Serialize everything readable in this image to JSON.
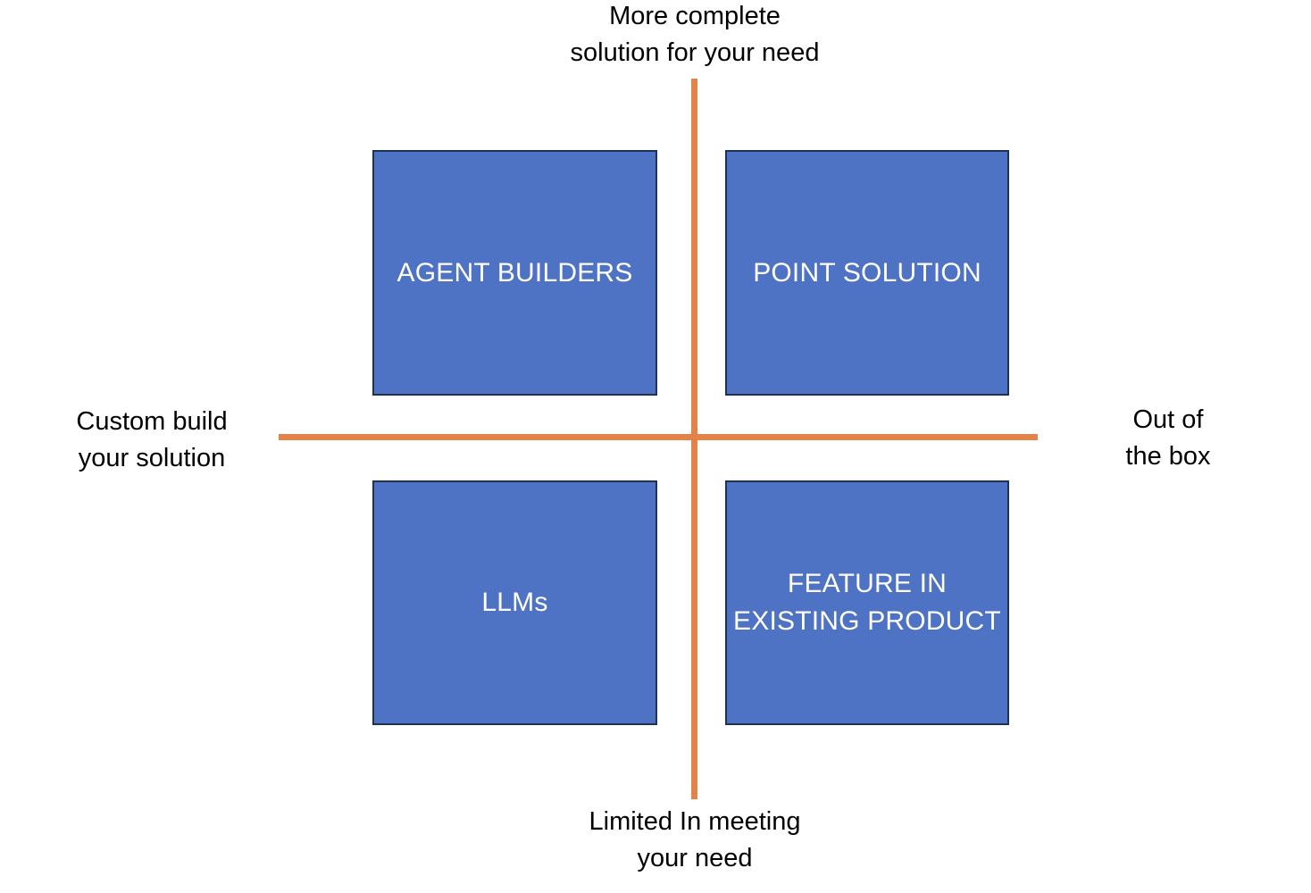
{
  "diagram": {
    "type": "2x2-matrix",
    "axes": {
      "color": "#e2834a",
      "vertical": {
        "top_label": "More complete\nsolution for your need",
        "bottom_label": "Limited In meeting\nyour need"
      },
      "horizontal": {
        "left_label": "Custom build\nyour solution",
        "right_label": "Out of\nthe box"
      }
    },
    "box_style": {
      "fill": "#4e72c4",
      "border": "#1f3250",
      "text_color": "#ffffff"
    },
    "quadrants": [
      {
        "id": "agent-builders",
        "label": "AGENT BUILDERS",
        "position": "top-left",
        "meaning": "Custom build your solution / More complete solution for your need"
      },
      {
        "id": "point-solution",
        "label": "POINT SOLUTION",
        "position": "top-right",
        "meaning": "Out of the box / More complete solution for your need"
      },
      {
        "id": "llms",
        "label": "LLMs",
        "position": "bottom-left",
        "meaning": "Custom build your solution / Limited In meeting your need"
      },
      {
        "id": "feature-in-existing-product",
        "label": "FEATURE IN\nEXISTING PRODUCT",
        "position": "bottom-right",
        "meaning": "Out of the box / Limited In meeting your need"
      }
    ]
  }
}
